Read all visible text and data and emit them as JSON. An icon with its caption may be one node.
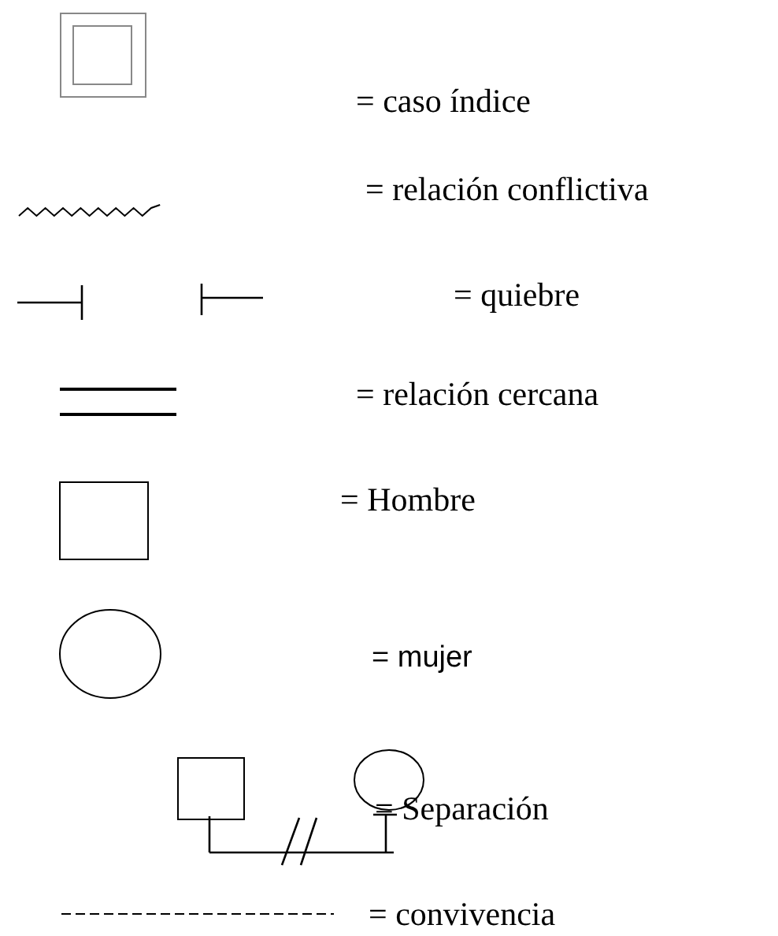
{
  "diagram": {
    "legend": [
      {
        "text": "= caso índice"
      },
      {
        "text": "=  relación conflictiva"
      },
      {
        "text": "= quiebre"
      },
      {
        "text": "= relación cercana"
      },
      {
        "text": "= Hombre"
      },
      {
        "text": "= mujer"
      },
      {
        "text": "= Separación"
      },
      {
        "text": "= convivencia"
      }
    ]
  }
}
